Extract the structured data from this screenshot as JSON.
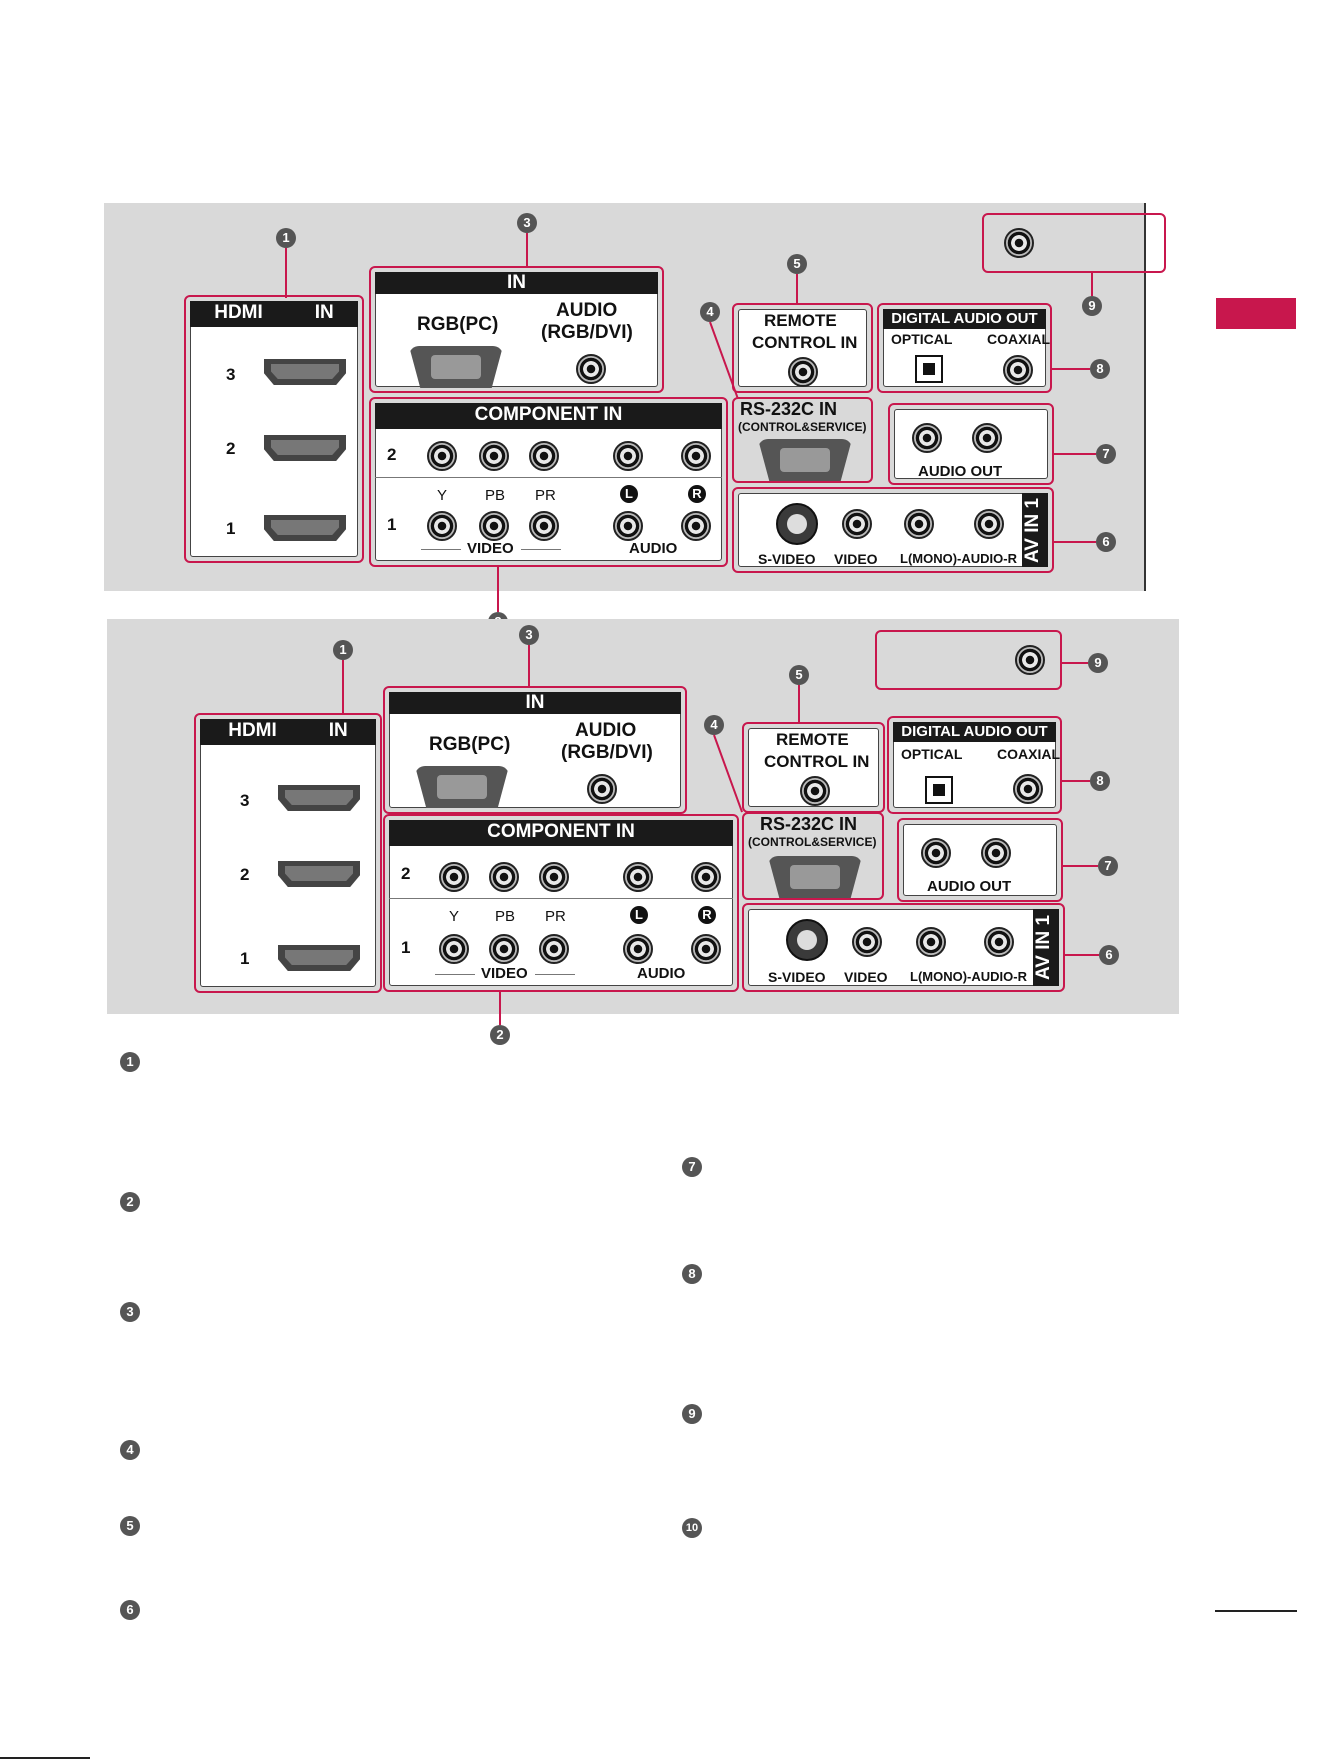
{
  "labels": {
    "in": "IN",
    "hdmi": "HDMI",
    "hdmi_in": "IN",
    "rgb_pc": "RGB(PC)",
    "audio": "AUDIO",
    "rgb_dvi": "(RGB/DVI)",
    "remote": "REMOTE",
    "control_in": "CONTROL IN",
    "rs232": "RS-232C IN",
    "control_service": "(CONTROL&SERVICE)",
    "digital_audio_out": "DIGITAL AUDIO OUT",
    "optical": "OPTICAL",
    "coaxial": "COAXIAL",
    "audio_out": "AUDIO OUT",
    "component_in": "COMPONENT IN",
    "y": "Y",
    "pb": "PB",
    "pr": "PR",
    "l": "L",
    "r": "R",
    "video": "VIDEO",
    "audio_small": "AUDIO",
    "s_video": "S-VIDEO",
    "av_video": "VIDEO",
    "lmono_audio_r": "L(MONO)-AUDIO-R",
    "av_in_1": "AV IN 1",
    "hdmi_3": "3",
    "hdmi_2": "2",
    "hdmi_1": "1",
    "comp_2": "2",
    "comp_1": "1"
  },
  "callouts": [
    "1",
    "2",
    "3",
    "4",
    "5",
    "6",
    "7",
    "8",
    "9",
    "10"
  ],
  "accent_color": "#c8174d",
  "panel_color": "#d9d9d9",
  "tab_color": "#c8174d"
}
